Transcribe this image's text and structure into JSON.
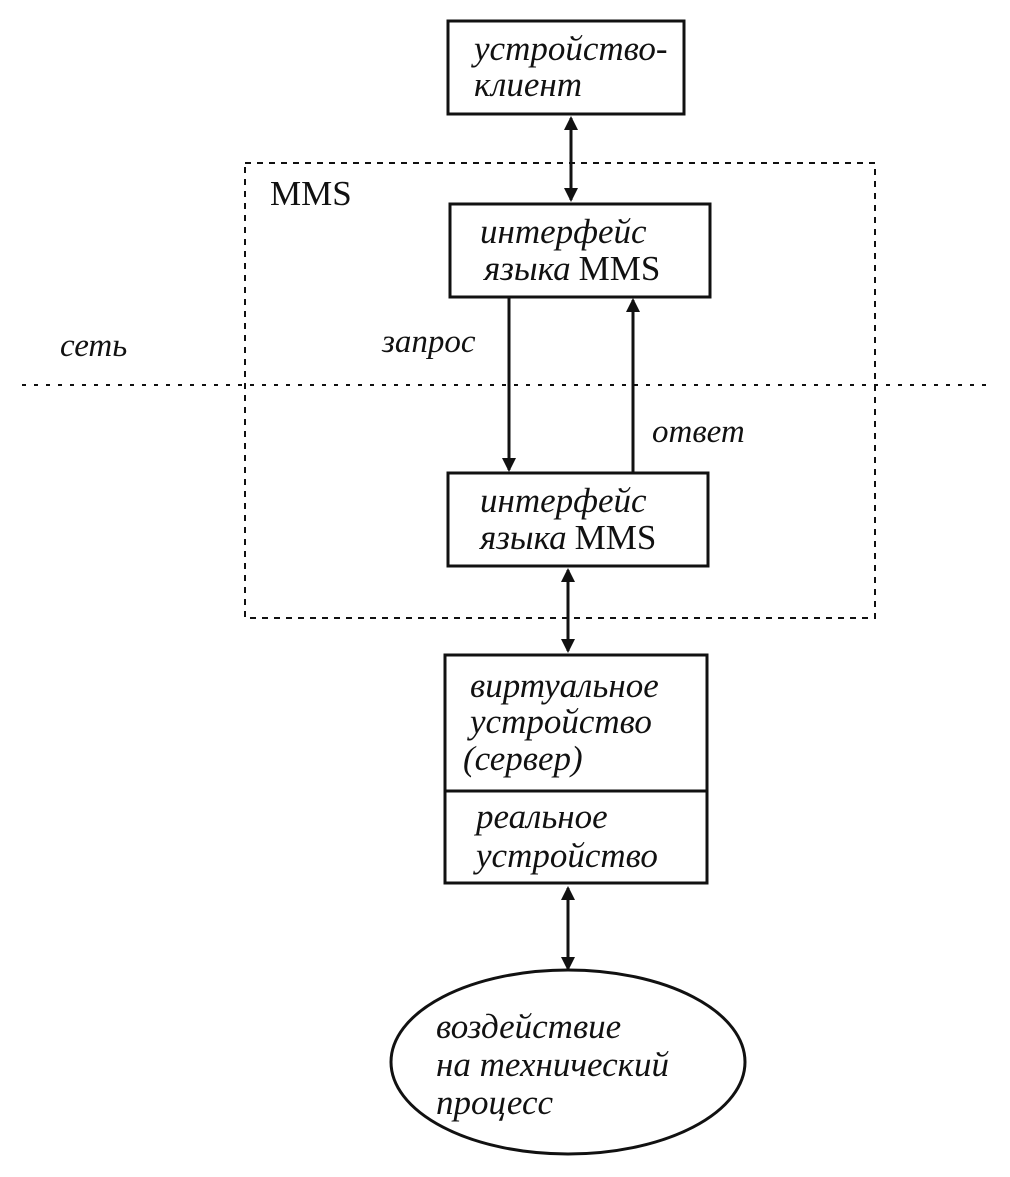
{
  "diagram": {
    "client_device": {
      "line1": "устройство-",
      "line2": "клиент"
    },
    "mms_group": {
      "title": "MMS"
    },
    "mms_interface_top": {
      "line1": "интерфейс",
      "line2_italic": "языка",
      "line2_upright": "MMS"
    },
    "mms_interface_bottom": {
      "line1": "интерфейс",
      "line2_italic": "языка",
      "line2_upright": "MMS"
    },
    "virtual_device": {
      "line1": "виртуальное",
      "line2": "устройство",
      "line3": "(сервер)"
    },
    "real_device": {
      "line1": "реальное",
      "line2": "устройство"
    },
    "process_action": {
      "line1": "воздействие",
      "line2": "на технический",
      "line3": "процесс"
    },
    "network_label": "сеть",
    "request_label": "запрос",
    "response_label": "ответ"
  }
}
